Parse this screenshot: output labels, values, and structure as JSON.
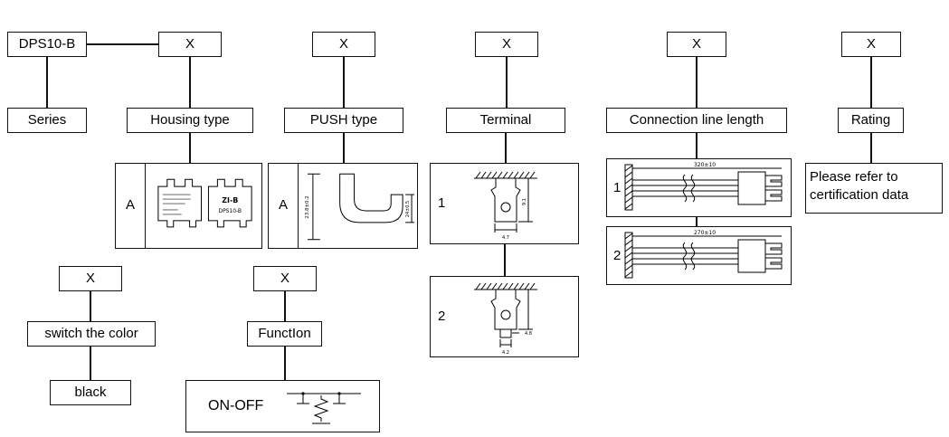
{
  "code_builder": {
    "series_code": "DPS10-B",
    "placeholder": "X"
  },
  "columns": {
    "series": {
      "label": "Series"
    },
    "housing": {
      "label": "Housing type",
      "option_code": "A",
      "brand_marking": "ZI-B",
      "model_marking": "DPS10-B"
    },
    "push": {
      "label": "PUSH type",
      "option_code": "A",
      "dim_left": "23.8±0.2",
      "dim_right": "24±0.5"
    },
    "terminal": {
      "label": "Terminal",
      "options": [
        {
          "code": "1",
          "dim_height": "9.1",
          "dim_width": "4.7"
        },
        {
          "code": "2",
          "dim_tip": "4.8",
          "dim_width": "4.2"
        }
      ]
    },
    "connection": {
      "label": "Connection line length",
      "options": [
        {
          "code": "1",
          "length": "320±10"
        },
        {
          "code": "2",
          "length": "270±10"
        }
      ]
    },
    "rating": {
      "label": "Rating",
      "note_line1": "Please refer to",
      "note_line2": "certification data"
    }
  },
  "extras": {
    "color": {
      "label": "switch the color",
      "value": "black"
    },
    "function": {
      "label": "FunctIon",
      "value": "ON-OFF"
    }
  }
}
